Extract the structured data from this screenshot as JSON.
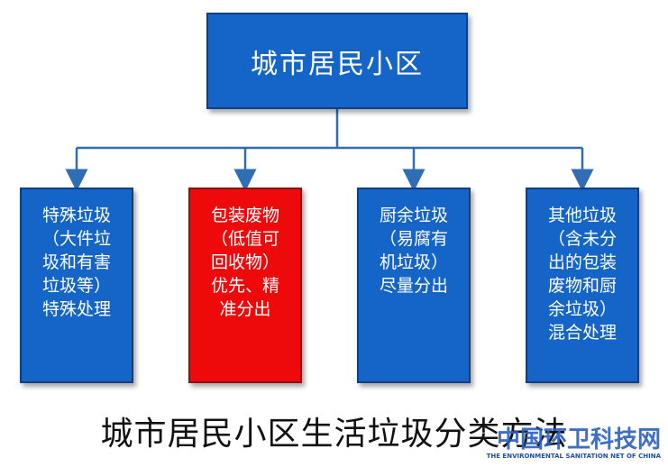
{
  "root": {
    "label": "城市居民小区"
  },
  "categories": [
    {
      "label": "特殊垃圾\n（大件垃\n圾和有害\n垃圾等）\n特殊处理",
      "color": "#1565c8"
    },
    {
      "label": "包装废物\n（低值可\n回收物）\n优先、精\n准分出",
      "color": "#ee0a0a"
    },
    {
      "label": "厨余垃圾\n（易腐有\n机垃圾）\n尽量分出",
      "color": "#1565c8"
    },
    {
      "label": "其他垃圾\n（含未分\n出的包装\n废物和厨\n余垃圾）\n混合处理",
      "color": "#1565c8"
    }
  ],
  "caption": "城市居民小区生活垃圾分类方法",
  "watermark": {
    "main": "中国环卫科技网",
    "sub": "THE ENVIRONMENTAL SANITATION NET OF CHINA"
  },
  "colors": {
    "primary": "#1565c8",
    "highlight": "#ee0a0a",
    "connector": "#2f6db5"
  }
}
